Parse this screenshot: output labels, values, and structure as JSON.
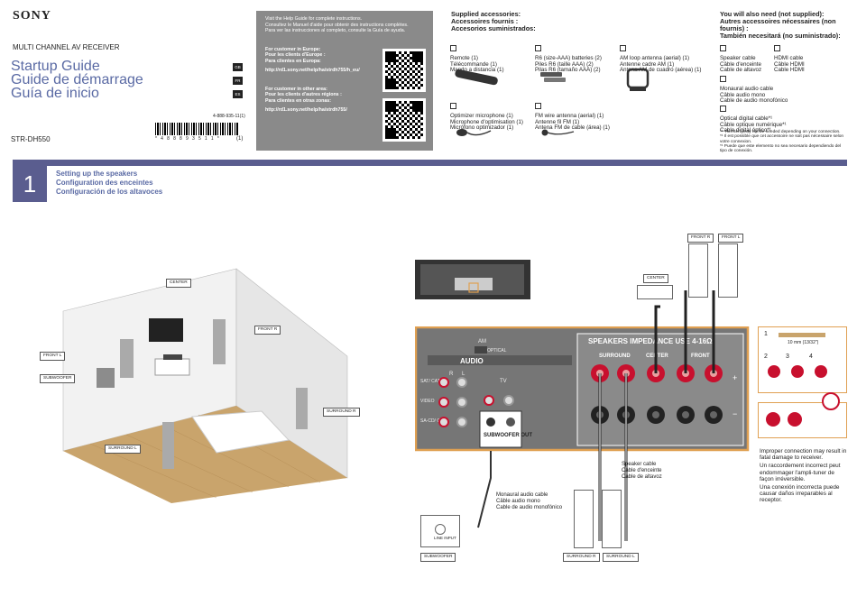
{
  "header": {
    "brand": "SONY",
    "product_type": "MULTI CHANNEL AV RECEIVER",
    "titles": [
      {
        "text": "Startup Guide",
        "lang": "GB"
      },
      {
        "text": "Guide de démarrage",
        "lang": "FR"
      },
      {
        "text": "Guía de inicio",
        "lang": "ES"
      }
    ],
    "part_number": "4-888-935-11(1)",
    "barcode_number": "* 4 8 8 8 9 3 5 1 1 *",
    "revision": "(1)",
    "model": "STR-DH550"
  },
  "help": {
    "intro": [
      "Visit the Help Guide for complete instructions.",
      "Consultez le Manuel d'aide pour obtenir des instructions complètes.",
      "Para ver las instrucciones al completo, consulte la Guía de ayuda."
    ],
    "europe_heading": [
      "For customer in Europe:",
      "Pour les clients d'Europe :",
      "Para clientes en Europa:"
    ],
    "europe_url": "http://rd1.sony.net/help/ha/strdh755/h_eu/",
    "other_heading": [
      "For customer in other area:",
      "Pour les clients d'autres régions :",
      "Para clientes en otras zonas:"
    ],
    "other_url": "http://rd1.sony.net/help/ha/strdh755/"
  },
  "supplied": {
    "heading": [
      "Supplied accessories:",
      "Accessoires fournis :",
      "Accesorios suministrados:"
    ],
    "items": [
      {
        "lines": [
          "Remote (1)",
          "Télécommande (1)",
          "Mando a distancia (1)"
        ]
      },
      {
        "lines": [
          "R6 (size-AAA) batteries (2)",
          "Piles R6 (taille AAA) (2)",
          "Pilas R6 (tamaño AAA) (2)"
        ]
      },
      {
        "lines": [
          "AM loop antenna (aerial) (1)",
          "Antenne cadre AM (1)",
          "Antena AM de cuadro (aérea) (1)"
        ]
      },
      {
        "lines": [
          "Optimizer microphone (1)",
          "Microphone d'optimisation (1)",
          "Micrófono optimizador (1)"
        ]
      },
      {
        "lines": [
          "FM wire antenna (aerial) (1)",
          "Antenne fil FM (1)",
          "Antena FM de cable (área) (1)"
        ]
      }
    ]
  },
  "needed": {
    "heading": [
      "You will also need (not supplied):",
      "Autres accessoires nécessaires (non fournis) :",
      "También necesitará (no suministrado):"
    ],
    "items": [
      {
        "lines": [
          "Speaker cable",
          "Câble d'enceinte",
          "Cable de altavoz"
        ]
      },
      {
        "lines": [
          "HDMI cable",
          "Câble HDMI",
          "Cable HDMI"
        ]
      },
      {
        "lines": [
          "Monaural audio cable",
          "Câble audio mono",
          "Cable de audio monofónico"
        ]
      },
      {
        "lines": [
          "Optical digital cable*¹",
          "Câble optique numérique*¹",
          "Cable digital óptico*¹"
        ]
      }
    ],
    "footnotes": [
      "*¹ This item may not be needed depending on your connection.",
      "*¹ Il est possible que cet accessoire ne soit pas nécessaire selon votre connexion.",
      "*¹ Puede que este elemento no sea necesario dependiendo del tipo de conexión."
    ]
  },
  "step": {
    "number": "1",
    "titles": [
      "Setting up the speakers",
      "Configuration des enceintes",
      "Configuración de los altavoces"
    ]
  },
  "room_labels": {
    "center": "CENTER",
    "front_r": "FRONT R",
    "front_l": "FRONT L",
    "subwoofer": "SUBWOOFER",
    "surround_r": "SURROUND R",
    "surround_l": "SURROUND L"
  },
  "panel": {
    "am": "AM",
    "optical": "OPTICAL",
    "audio": "AUDIO",
    "r": "R",
    "l": "L",
    "sat_catv": "SAT/\nCATV",
    "tv": "TV",
    "video": "VIDEO",
    "sa_cd": "SA-CD/\nCD",
    "subwoofer_out": "SUBWOOFER\nOUT",
    "speakers_header": "SPEAKERS   IMPEDANCE USE 4-16Ω",
    "surround": "SURROUND",
    "center": "CENTER",
    "front": "FRONT",
    "plus": "+",
    "minus": "−"
  },
  "diagram_labels": {
    "center": "CENTER",
    "front_r": "FRONT R",
    "front_l": "FRONT L",
    "surround_r": "SURROUND R",
    "surround_l": "SURROUND L",
    "subwoofer": "SUBWOOFER",
    "line_input": "LINE INPUT",
    "mono_cable": [
      "Monaural audio cable",
      "Câble audio mono",
      "Cable de audio monofónico"
    ],
    "speaker_cable": [
      "Speaker cable",
      "Câble d'enceinte",
      "Cable de altavoz"
    ]
  },
  "wire_steps": {
    "step1": "1",
    "step2": "2",
    "step3": "3",
    "step4": "4",
    "strip_length": "10 mm (13/32\")"
  },
  "warning": {
    "lines": [
      "Improper connection may result in fatal damage to receiver.",
      "Un raccordement incorrect peut endommager l'ampli-tuner de façon irréversible.",
      "Una conexión incorrecta puede causar daños irreparables al receptor."
    ]
  },
  "colors": {
    "accent": "#5a5d8f",
    "title_blue": "#5a6aa4",
    "panel_bg": "#767676",
    "panel_border": "#e0a052",
    "terminal_red": "#c8102e",
    "floor": "#c9a46c"
  }
}
